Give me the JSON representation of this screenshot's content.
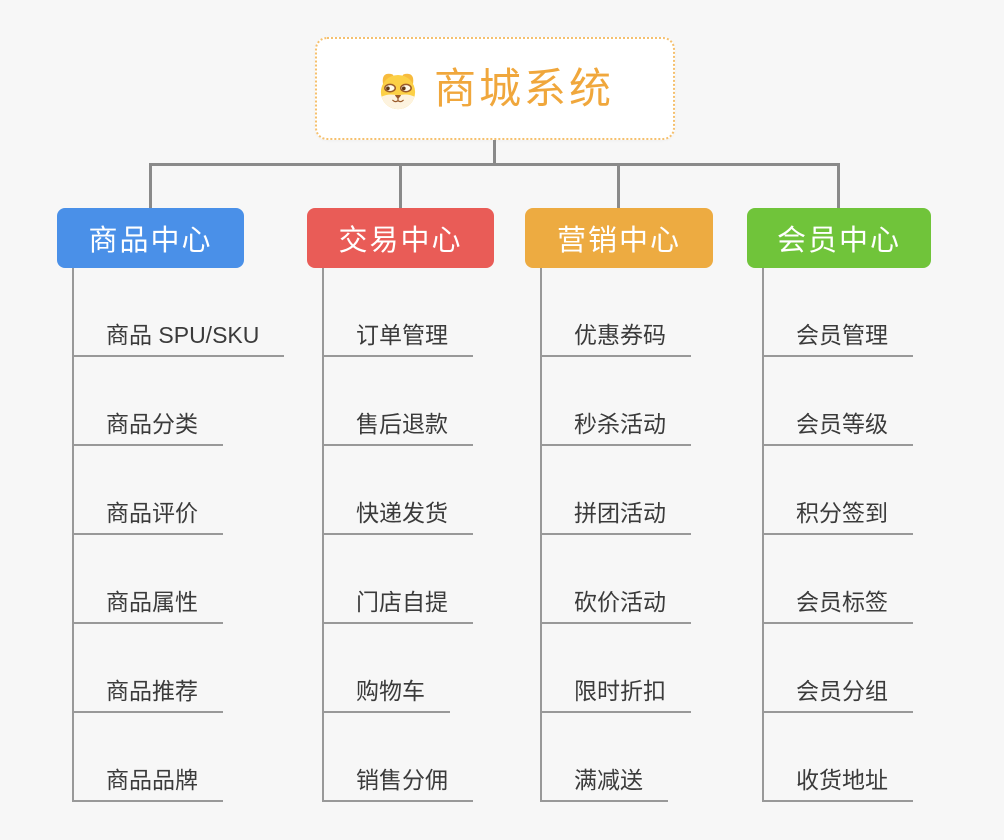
{
  "canvas": {
    "background": "#f7f7f7"
  },
  "root": {
    "label": "商城系统",
    "icon": "dog-face",
    "text_color": "#f0a73c",
    "border_color": "#f5c06e",
    "background": "#ffffff"
  },
  "connectors": {
    "color": "#8a8a8a",
    "spine_color": "#999999"
  },
  "child_text_color": "#3b3b3b",
  "branches": [
    {
      "label": "商品中心",
      "color": "#4a90e8",
      "children": [
        "商品 SPU/SKU",
        "商品分类",
        "商品评价",
        "商品属性",
        "商品推荐",
        "商品品牌"
      ]
    },
    {
      "label": "交易中心",
      "color": "#e95c57",
      "children": [
        "订单管理",
        "售后退款",
        "快递发货",
        "门店自提",
        "购物车",
        "销售分佣"
      ]
    },
    {
      "label": "营销中心",
      "color": "#edab41",
      "children": [
        "优惠券码",
        "秒杀活动",
        "拼团活动",
        "砍价活动",
        "限时折扣",
        "满减送"
      ]
    },
    {
      "label": "会员中心",
      "color": "#70c43a",
      "children": [
        "会员管理",
        "会员等级",
        "积分签到",
        "会员标签",
        "会员分组",
        "收货地址"
      ]
    }
  ]
}
